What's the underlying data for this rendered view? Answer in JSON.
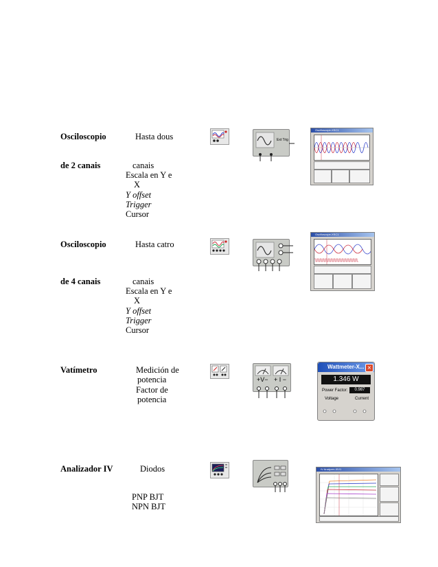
{
  "rows": [
    {
      "name": "Osciloscopio",
      "name2": "de 2  canais",
      "desc1": "Hasta dous",
      "desc2": "canais",
      "desc3": "Escala en Y e",
      "desc4": "X",
      "desc5": "Y offset",
      "desc6": "Trigger",
      "desc7": "Cursor",
      "symbol_label": "Ext Trig",
      "window_title": "Oscilloscope-XSC1"
    },
    {
      "name": "Osciloscopio",
      "name2": "de 4 canais",
      "desc1": "Hasta catro",
      "desc2": "canais",
      "desc3": "Escala en Y e",
      "desc4": "X",
      "desc5": "Y offset",
      "desc6": "Trigger",
      "desc7": "Cursor",
      "window_title": "Oscilloscope-XSC1"
    },
    {
      "name": "Vatímetro",
      "desc1": "Medición de",
      "desc2": "potencia",
      "desc3": "Factor de",
      "desc4": "potencia",
      "symbol_v": "+V−",
      "symbol_i": "+ I −",
      "window_title": "Wattmeter-X...",
      "reading": "1.346 W",
      "pf_label": "Power Factor:",
      "pf_value": "0.987",
      "voltage_label": "Voltage",
      "current_label": "Current"
    },
    {
      "name": "Analizador IV",
      "desc1": "Diodos",
      "desc2": "PNP BJT",
      "desc3": "NPN BJT",
      "window_title": "IV Analyzer-XIV1"
    }
  ],
  "colors": {
    "titlebar": "#2c4fa8",
    "wave_blue": "#3344cc",
    "wave_red": "#cc3344",
    "wave_green": "#22aa55",
    "wave_orange": "#ee8833"
  },
  "icons": [
    "oscilloscope-2ch-icon",
    "oscilloscope-4ch-icon",
    "wattmeter-icon",
    "iv-analyzer-icon"
  ]
}
